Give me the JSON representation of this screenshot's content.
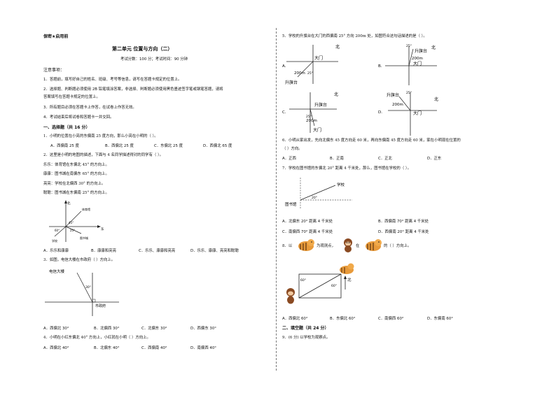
{
  "left": {
    "secret": "保密★启用前",
    "title": "第二单元     位置与方向（二）",
    "score_line": "考试分数：100 分；考试时间：90 分钟",
    "notes_heading": "注意事项：",
    "notes": [
      "1．答题前，填写好自己的姓名、班级、考号等信息，请写在答题卡规定的位置上。",
      "2．选择题、判断题必须使用 2B 铅笔填涂答案，非选择、判断题必须使用黑色墨迹签字笔或钢笔答题，请将",
      "答案填写在答题卡规定的位置上。",
      "3．所有题目必须在答题卡上作答，在试卷上作答无效。",
      "4．考试结束后将试卷和答题卡一并交回。"
    ],
    "section1": "一、选择题（共 16 分）",
    "q1": {
      "stem": "1．小明的位置在小亮的东偏南 25 度方向，那么小亮在小明的（        ）。",
      "options": [
        "A．西偏南 25 度",
        "B．西偏北 25 度",
        "C．东偏北 25 度",
        "D．西偏北 65 度"
      ]
    },
    "q2": {
      "stem": "2．这里是小明的地图的描述，下面与 4 名同学描述得对的同学有（        ）。",
      "statements": [
        "乐乐：体育馆在东偏北 45° 的方向上。",
        "康康：图书城在南偏东 65° 的方向上。",
        "亮亮：学校在北偏西 30° 的方向上。",
        "聪聪：图书城在东偏南 25° 的方向上。"
      ],
      "options": [
        "A．乐乐和康康",
        "B．康康和亮亮",
        "C．乐乐、康康和亮亮",
        "D．乐乐、康康、亮亮和聪聪"
      ],
      "figure": {
        "north": "北",
        "east": "东",
        "gym": "体育馆",
        "school": "学校",
        "library": "图书城",
        "angle45": "45°",
        "angle60": "60°",
        "angle25": "25°"
      }
    },
    "q3": {
      "stem": "3．如图，电信大楼在市政府（        ）方向上。",
      "figure": {
        "tower": "电信大楼",
        "govt": "市政府",
        "angle": "30°"
      },
      "options": [
        "A．西偏北 30°",
        "B．北偏西 30°",
        "C．北偏东 30°",
        "D．西偏东 30°"
      ]
    },
    "q4": {
      "stem": "4．小明在小红东偏北 40° 方向上，小红就在小明（        ）方向上。",
      "options": [
        "A．西偏北 40°",
        "B．北偏东 40°",
        "C．西偏南 40°",
        "D．南偏西 40°"
      ]
    }
  },
  "right": {
    "q5": {
      "stem": "5．学校的升旗台在大门的西偏南 25° 方向 200m 处，如图符合这句话描述的是（        ）。",
      "labels": [
        "A.",
        "B.",
        "C.",
        "D."
      ],
      "north": "北",
      "gate": "大门",
      "flag": "升旗台",
      "dist": "200m",
      "angle": "25°"
    },
    "q6": {
      "stem": "6．小明从家出发，先向北偏东 45 度方向走 60 米，再向东偏南 45 度方向走 60 米，家在小明现在位置的",
      "stem2": "（        ）方向。",
      "options": [
        "A．正西",
        "B．正南",
        "C．正北",
        "D．正东"
      ]
    },
    "q7": {
      "stem": "7．学校在图书馆的东偏北 20° 距离 4 千米处，那么，图书馆在学校的（        ）。",
      "figure": {
        "school": "学校",
        "library": "图书馆",
        "angle": "20°"
      },
      "options": [
        "A．北偏东 20° 距离 4 千米处",
        "B．西偏南 70° 距离 4 千米处",
        "C．南偏西 70° 距离 4 千米处",
        "D．西偏南 20° 距离 4 千米处"
      ]
    },
    "q8": {
      "stem_a": "8．以",
      "stem_b": "为观测点，",
      "stem_c": "在",
      "stem_d": "的（        ）方向上。",
      "figure": {
        "north": "北",
        "angle_left": "60°",
        "angle_right": "60°"
      },
      "options": [
        "A．西偏北 60°",
        "B．东偏北 60°",
        "C．南偏西 60°",
        "D．东偏南 60°"
      ]
    },
    "section2": "二、填空题（共 24 分）",
    "q9": "9．(6 分) 以学校为观察点。"
  }
}
